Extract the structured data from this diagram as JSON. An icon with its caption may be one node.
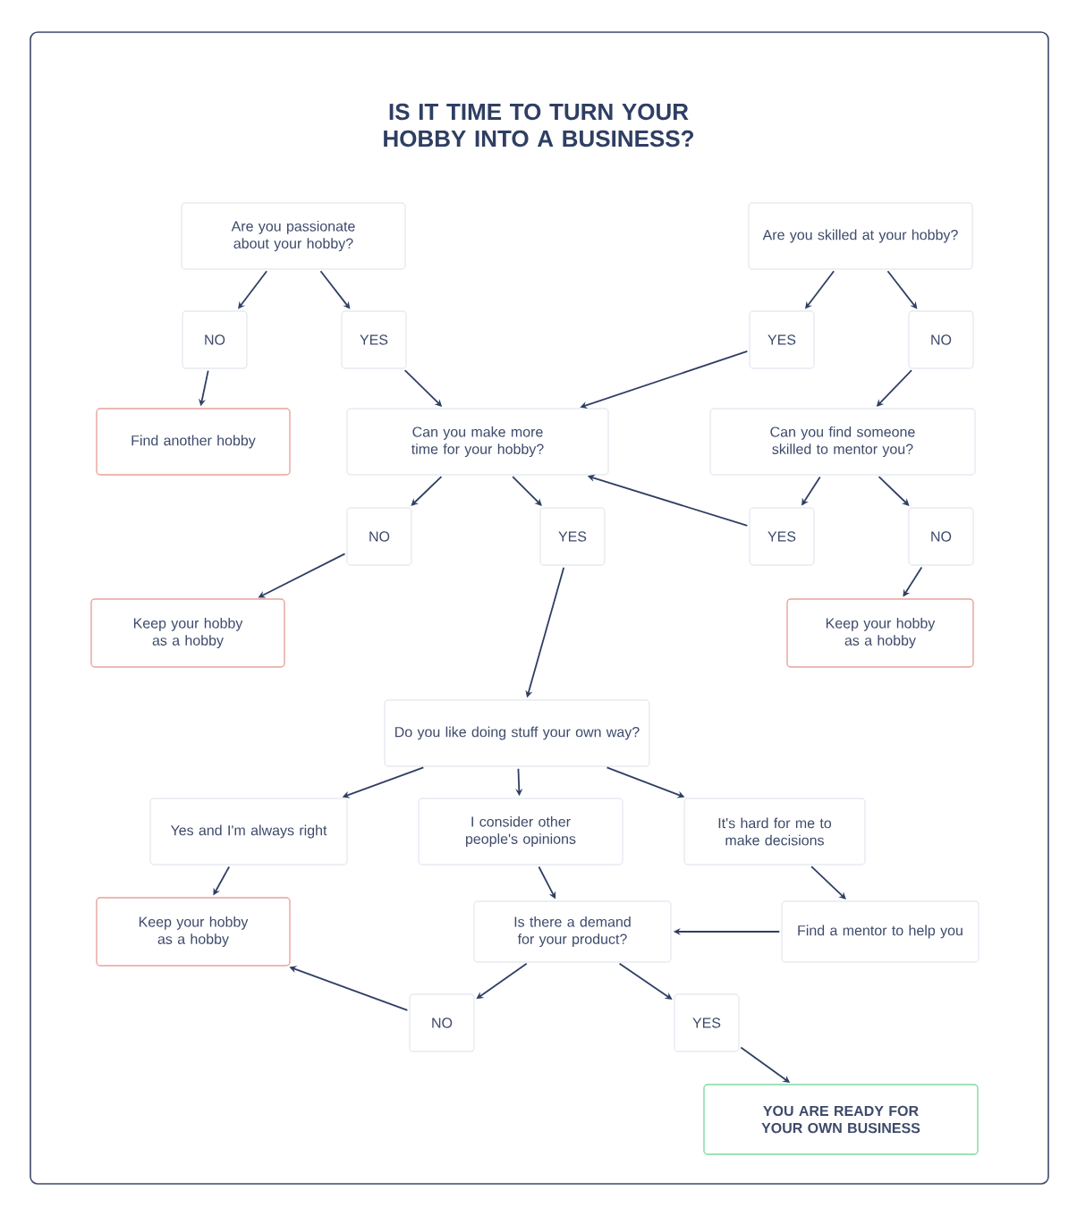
{
  "diagram": {
    "title": "IS IT TIME TO TURN YOUR HOBBY INTO A BUSINESS?",
    "nodes": [
      {
        "text": [
          "Are you passionate about your hobby?"
        ]
      },
      {
        "text": [
          "NO"
        ]
      },
      {
        "text": [
          "YES"
        ]
      },
      {
        "text": [
          "Find another hobby"
        ]
      },
      {
        "text": [
          "Can you make more time for your hobby?"
        ]
      },
      {
        "text": [
          "Are you skilled at your hobby?"
        ]
      },
      {
        "text": [
          "YES"
        ]
      },
      {
        "text": [
          "NO"
        ]
      },
      {
        "text": [
          "Can you find someone skilled to mentor you?"
        ]
      },
      {
        "text": [
          "NO"
        ]
      },
      {
        "text": [
          "YES"
        ]
      },
      {
        "text": [
          "YES"
        ]
      },
      {
        "text": [
          "NO"
        ]
      },
      {
        "text": [
          "Keep your hobby as a hobby"
        ]
      },
      {
        "text": [
          "Keep your hobby as a hobby"
        ]
      },
      {
        "text": [
          "Do you like doing stuff your own way?"
        ]
      },
      {
        "text": [
          "Yes and I'm always right"
        ]
      },
      {
        "text": [
          "I consider other people's opinions"
        ]
      },
      {
        "text": [
          "It's hard for me to make decisions"
        ]
      },
      {
        "text": [
          "Keep your hobby as a hobby"
        ]
      },
      {
        "text": [
          "Is there a demand for your product?"
        ]
      },
      {
        "text": [
          "Find a mentor to help you"
        ]
      },
      {
        "text": [
          "NO"
        ]
      },
      {
        "text": [
          "YES"
        ]
      },
      {
        "text": [
          "YOU ARE READY FOR YOUR OWN BUSINESS"
        ]
      }
    ],
    "edges": [
      {
        "from": 0,
        "to": 1,
        "arrow": "to"
      },
      {
        "from": 0,
        "to": 2,
        "arrow": "to"
      },
      {
        "from": 1,
        "to": 3,
        "arrow": "to"
      },
      {
        "from": 2,
        "to": 4,
        "arrow": "to"
      },
      {
        "from": 5,
        "to": 6,
        "arrow": "to"
      },
      {
        "from": 5,
        "to": 7,
        "arrow": "to"
      },
      {
        "from": 6,
        "to": 4,
        "arrow": "to"
      },
      {
        "from": 7,
        "to": 8,
        "arrow": "to"
      },
      {
        "from": 4,
        "to": 9,
        "arrow": "to"
      },
      {
        "from": 4,
        "to": 10,
        "arrow": "to"
      },
      {
        "from": 8,
        "to": 11,
        "arrow": "to"
      },
      {
        "from": 8,
        "to": 12,
        "arrow": "to"
      },
      {
        "from": 11,
        "to": 4,
        "arrow": "to"
      },
      {
        "from": 12,
        "to": 14,
        "arrow": "to"
      },
      {
        "from": 9,
        "to": 13,
        "arrow": "to"
      },
      {
        "from": 10,
        "to": 15,
        "arrow": "to"
      },
      {
        "from": 15,
        "to": 16,
        "arrow": "to"
      },
      {
        "from": 15,
        "to": 17,
        "arrow": "to"
      },
      {
        "from": 15,
        "to": 18,
        "arrow": "to"
      },
      {
        "from": 16,
        "to": 19,
        "arrow": "to"
      },
      {
        "from": 17,
        "to": 20,
        "arrow": "to"
      },
      {
        "from": 18,
        "to": 21,
        "arrow": "to"
      },
      {
        "from": 21,
        "to": 20,
        "arrow": "to"
      },
      {
        "from": 20,
        "to": 22,
        "arrow": "to"
      },
      {
        "from": 20,
        "to": 23,
        "arrow": "to"
      },
      {
        "from": 22,
        "to": 19,
        "arrow": "to"
      },
      {
        "from": 23,
        "to": 24,
        "arrow": "to"
      }
    ]
  }
}
